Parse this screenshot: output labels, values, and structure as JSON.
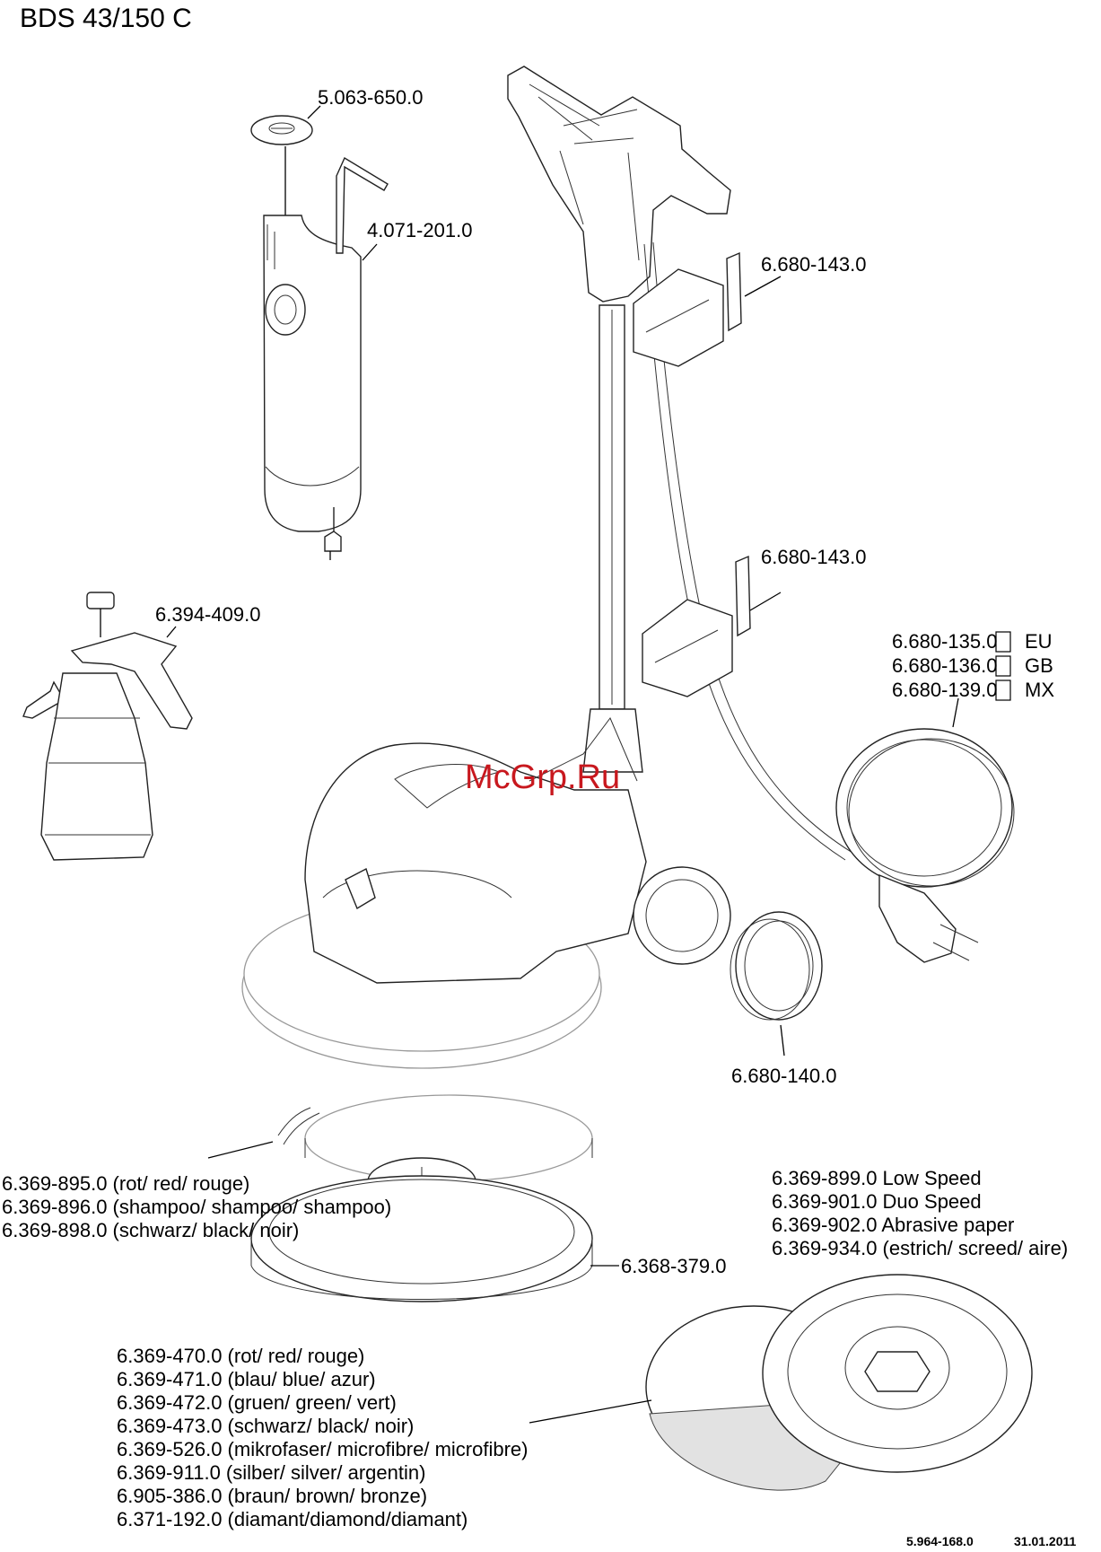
{
  "title": "BDS 43/150 C",
  "watermark": "McGrp.Ru",
  "footer": {
    "doc_number": "5.964-168.0",
    "date": "31.01.2011"
  },
  "parts": {
    "cap": "5.063-650.0",
    "tank": "4.071-201.0",
    "cable_holder_upper": "6.680-143.0",
    "cable_holder_lower": "6.680-143.0",
    "sprayer": "6.394-409.0",
    "wheel": "6.680-140.0",
    "pad_holder": "6.368-379.0"
  },
  "power_cables": [
    {
      "part": "6.680-135.0",
      "region": "EU"
    },
    {
      "part": "6.680-136.0",
      "region": "GB"
    },
    {
      "part": "6.680-139.0",
      "region": "MX"
    }
  ],
  "brushes": [
    "6.369-895.0  (rot/ red/ rouge)",
    "6.369-896.0  (shampoo/ shampoo/ shampoo)",
    "6.369-898.0  (schwarz/ black/ noir)"
  ],
  "pad_drives": [
    "6.369-899.0 Low Speed",
    "6.369-901.0 Duo Speed",
    "6.369-902.0 Abrasive paper",
    "6.369-934.0 (estrich/ screed/ aire)"
  ],
  "pads": [
    "6.369-470.0 (rot/ red/ rouge)",
    "6.369-471.0 (blau/ blue/ azur)",
    "6.369-472.0 (gruen/ green/ vert)",
    "6.369-473.0 (schwarz/ black/ noir)",
    "6.369-526.0 (mikrofaser/ microfibre/ microfibre)",
    "6.369-911.0 (silber/ silver/ argentin)",
    "6.905-386.0 (braun/ brown/ bronze)",
    "6.371-192.0 (diamant/diamond/diamant)"
  ]
}
